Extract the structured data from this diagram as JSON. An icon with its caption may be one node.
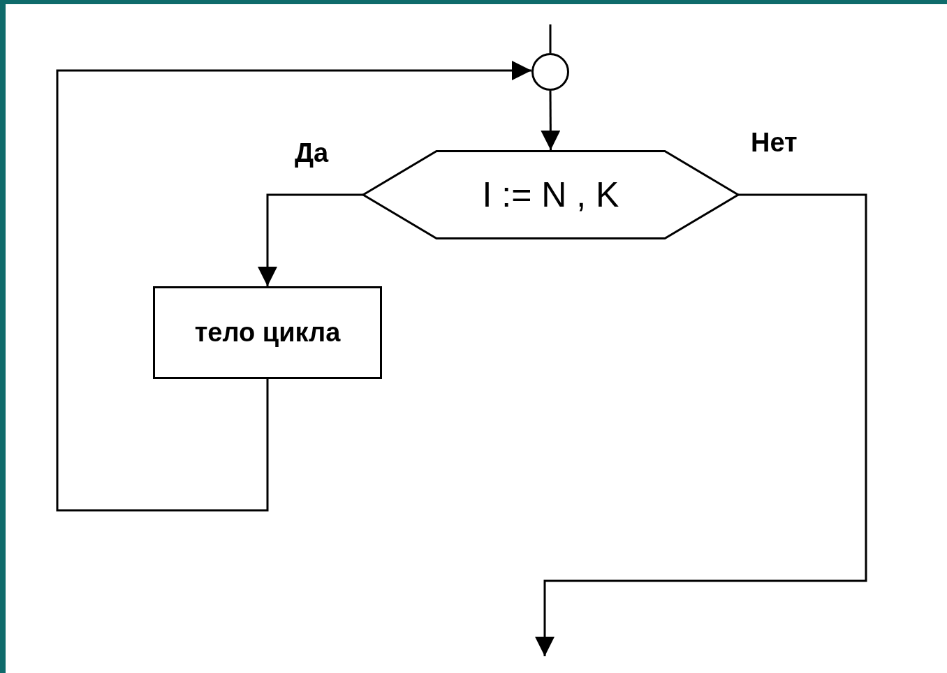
{
  "diagram": {
    "nodes": [
      {
        "text": [],
        "shape": "circle"
      },
      {
        "text": [
          "I := N , K"
        ]
      },
      {
        "text": [
          "тело цикла"
        ]
      }
    ],
    "edges": [
      {
        "from": null,
        "to": 0,
        "arrow": "none"
      },
      {
        "from": 0,
        "to": 1,
        "arrow": "to"
      },
      {
        "from": 1,
        "to": 2,
        "arrow": "to",
        "label": "Да"
      },
      {
        "from": 2,
        "to": 0,
        "arrow": "to"
      },
      {
        "from": 1,
        "to": null,
        "arrow": "to",
        "label": "Нет"
      }
    ]
  }
}
